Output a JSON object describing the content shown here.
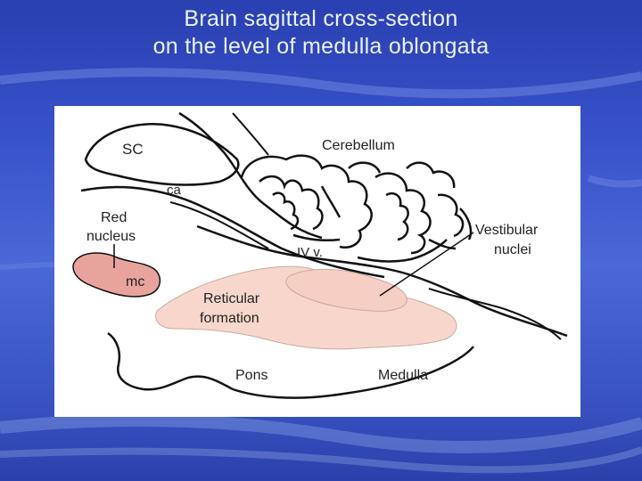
{
  "title": {
    "line1": "Brain sagittal cross-section",
    "line2": "on the level of medulla oblongata"
  },
  "diagram": {
    "labels": {
      "sc": "SC",
      "ca": "ca",
      "red_nucleus_1": "Red",
      "red_nucleus_2": "nucleus",
      "mc": "mc",
      "cerebellum": "Cerebellum",
      "fourth_ventricle": "IV v.",
      "vestibular_1": "Vestibular",
      "vestibular_2": "nuclei",
      "reticular_1": "Reticular",
      "reticular_2": "formation",
      "pons": "Pons",
      "medulla": "Medulla"
    },
    "colors": {
      "red_nucleus": "#e8a49c",
      "reticular_formation": "#f7d7cc",
      "vestibular_nuclei": "#f5cfc4",
      "outline": "#111111"
    }
  }
}
